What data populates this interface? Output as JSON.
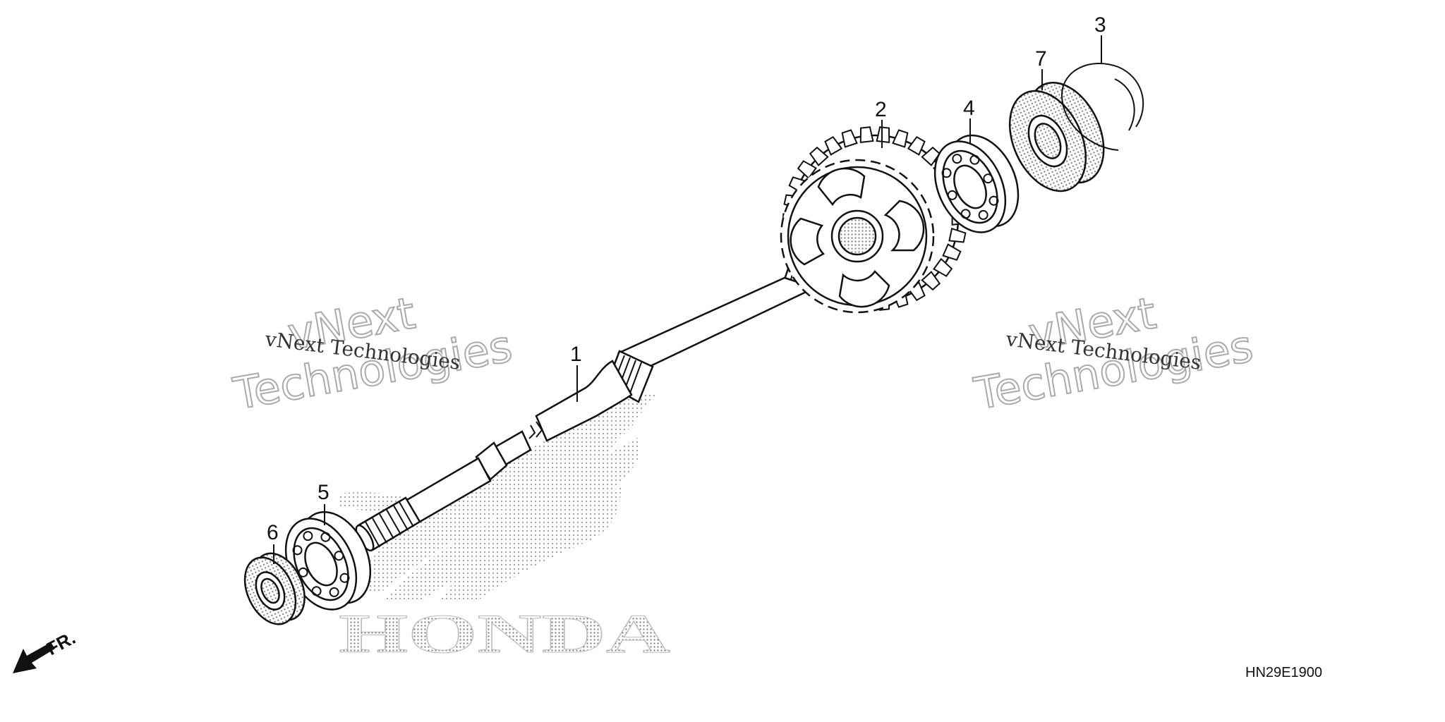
{
  "callouts": {
    "shaft": "1",
    "gear": "2",
    "circlip": "3",
    "bearing_right": "4",
    "bearing_left": "5",
    "oil_seal_left": "6",
    "oil_seal_right": "7"
  },
  "watermark": {
    "line": "vNext Technologies",
    "big_top": "vNext",
    "big_bottom": "Technologies"
  },
  "logo_text": "HONDA",
  "front_indicator": "FR.",
  "diagram_code": "HN29E1900"
}
